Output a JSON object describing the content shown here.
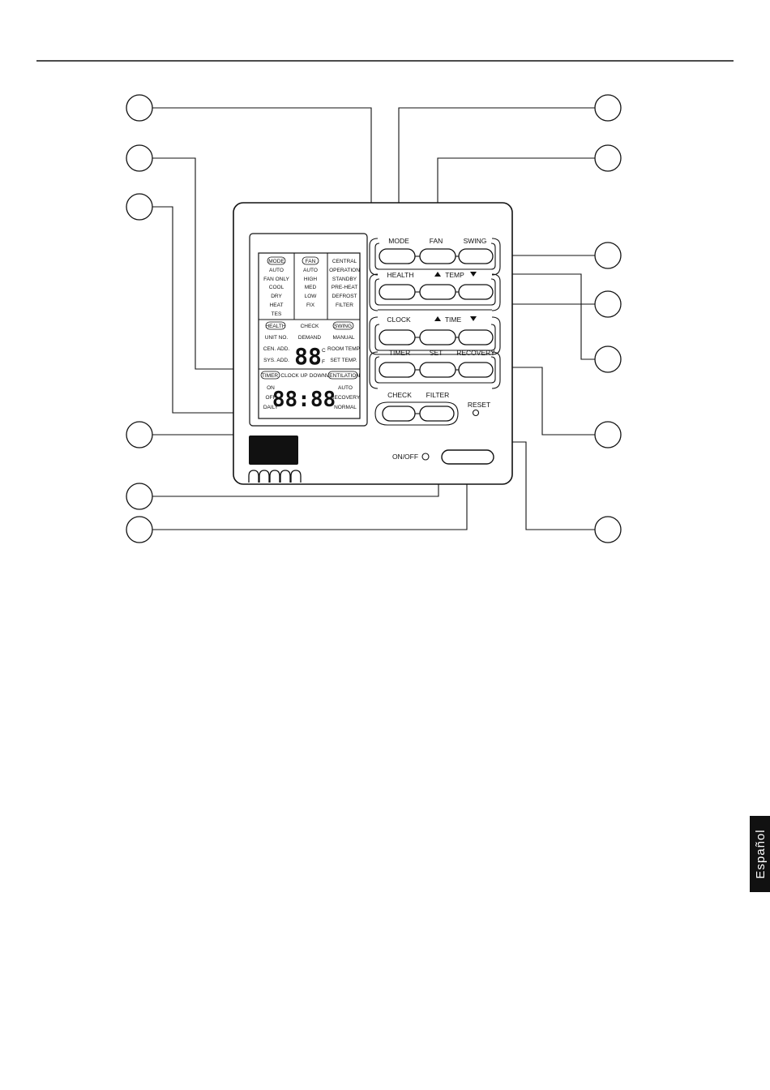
{
  "buttons": {
    "mode": "MODE",
    "fan": "FAN",
    "swing": "SWING",
    "health": "HEALTH",
    "temp": "TEMP",
    "clock": "CLOCK",
    "time": "TIME",
    "timer": "TIMER",
    "set": "SET",
    "recovery": "RECOVERY",
    "check": "CHECK",
    "filter": "FILTER",
    "reset": "RESET",
    "onoff": "ON/OFF"
  },
  "display": {
    "col1": [
      "MODE",
      "AUTO",
      "FAN ONLY",
      "COOL",
      "DRY",
      "HEAT",
      "TES"
    ],
    "col2": [
      "FAN",
      "AUTO",
      "HIGH",
      "MED",
      "LOW",
      "FIX"
    ],
    "col3": [
      "CENTRAL",
      "OPERATION",
      "STANDBY",
      "PRE-HEAT",
      "DEFROST",
      "FILTER"
    ],
    "mid_top": [
      "HEALTH",
      "CHECK",
      "SWING"
    ],
    "mid_left": [
      "UNIT NO.",
      "CEN. ADD.",
      "SYS. ADD."
    ],
    "mid_center": "DEMAND",
    "mid_right": [
      "MANUAL",
      "ROOM TEMP",
      "SET TEMP."
    ],
    "temp_digits": "88",
    "unit_c": "C",
    "unit_f": "F",
    "bot_top": [
      "TIMER",
      "CLOCK UP",
      "DOWN",
      "VENTILATION"
    ],
    "bot_left": [
      "ON",
      "OFF",
      "DAILY"
    ],
    "clock_digits": "88:88",
    "bot_right": [
      "AUTO",
      "RECOVERY",
      "NORMAL"
    ]
  },
  "side_tab": "Español",
  "icons": [
    "triangle-up-icon",
    "triangle-down-icon",
    "led-icon",
    "callout-circle-icon"
  ]
}
